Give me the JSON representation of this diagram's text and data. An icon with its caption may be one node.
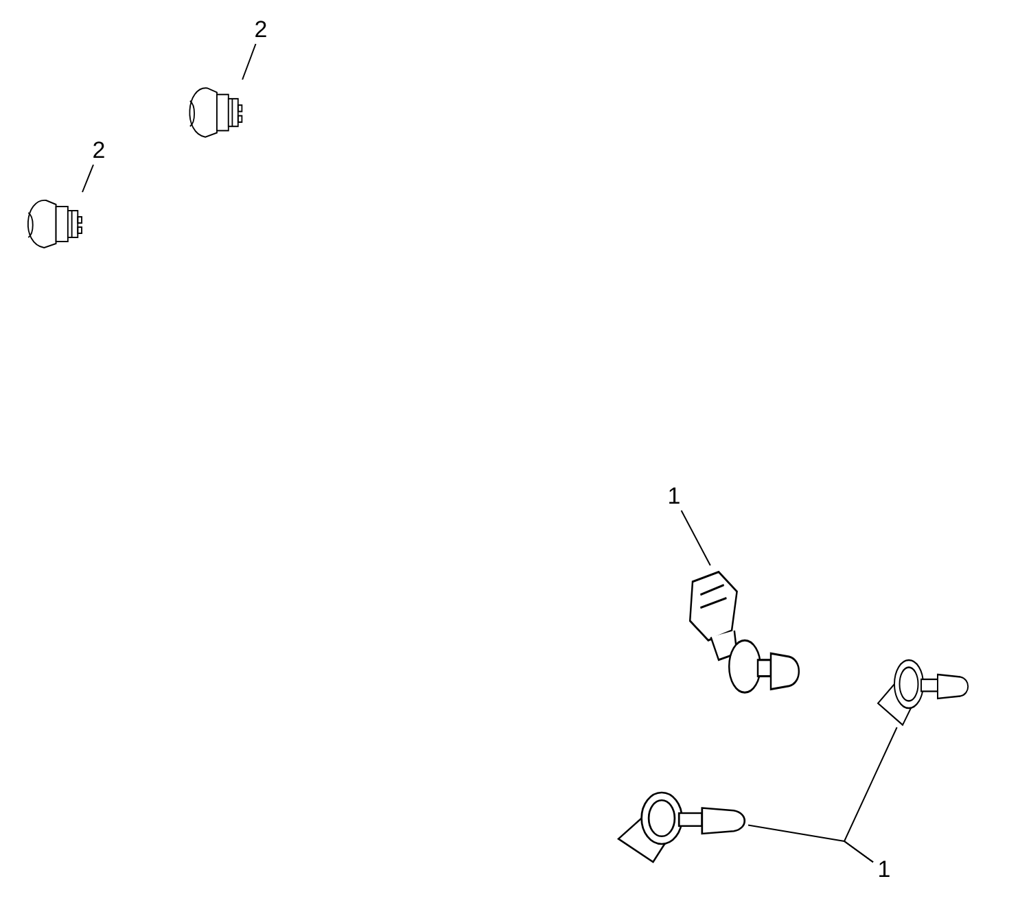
{
  "diagram": {
    "nodes": [
      {
        "text": [
          "2"
        ]
      },
      {
        "text": [],
        "shape": "picture"
      },
      {
        "text": [
          "2"
        ]
      },
      {
        "text": [],
        "shape": "picture"
      },
      {
        "text": [
          "1"
        ]
      },
      {
        "text": [],
        "shape": "picture"
      },
      {
        "text": [],
        "shape": "picture"
      },
      {
        "text": [],
        "shape": "picture"
      },
      {
        "text": [
          "1"
        ]
      }
    ],
    "edges": [
      {
        "from": 0,
        "to": 1,
        "arrow": "none"
      },
      {
        "from": 2,
        "to": 3,
        "arrow": "none"
      },
      {
        "from": 4,
        "to": 5,
        "arrow": "none"
      },
      {
        "from": 8,
        "to": 6,
        "arrow": "none"
      },
      {
        "from": 8,
        "to": 7,
        "arrow": "none"
      }
    ]
  }
}
